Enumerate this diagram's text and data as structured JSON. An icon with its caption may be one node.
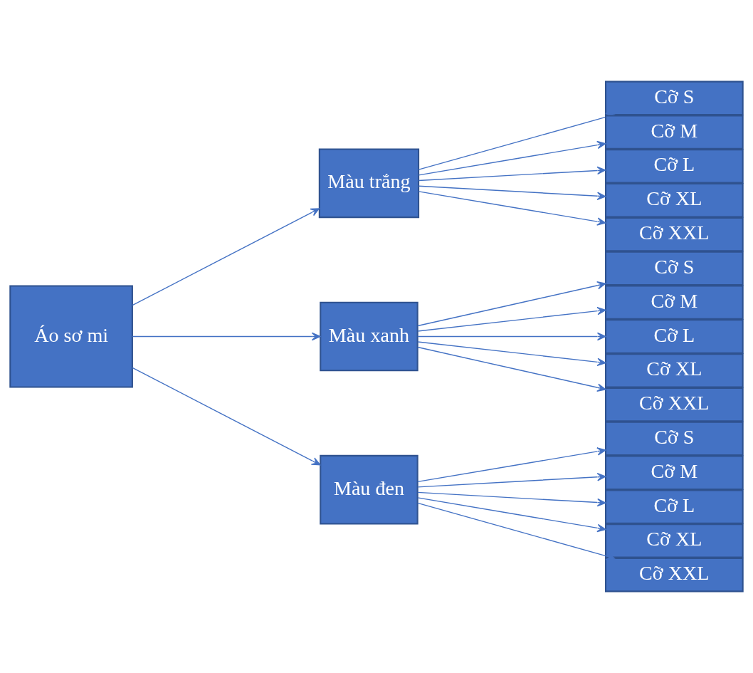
{
  "diagram": {
    "nodes": [
      {
        "text": [
          "Áo sơ mi"
        ]
      },
      {
        "text": [
          "Màu trắng"
        ]
      },
      {
        "text": [
          "Cỡ S"
        ]
      },
      {
        "text": [
          "Cỡ M"
        ]
      },
      {
        "text": [
          "Cỡ L"
        ]
      },
      {
        "text": [
          "Cỡ XL"
        ]
      },
      {
        "text": [
          "Cỡ XXL"
        ]
      },
      {
        "text": [
          "Màu xanh"
        ]
      },
      {
        "text": [
          "Cỡ S"
        ]
      },
      {
        "text": [
          "Cỡ M"
        ]
      },
      {
        "text": [
          "Cỡ L"
        ]
      },
      {
        "text": [
          "Cỡ XL"
        ]
      },
      {
        "text": [
          "Cỡ XXL"
        ]
      },
      {
        "text": [
          "Màu đen"
        ]
      },
      {
        "text": [
          "Cỡ S"
        ]
      },
      {
        "text": [
          "Cỡ M"
        ]
      },
      {
        "text": [
          "Cỡ L"
        ]
      },
      {
        "text": [
          "Cỡ XL"
        ]
      },
      {
        "text": [
          "Cỡ XXL"
        ]
      }
    ],
    "edges": [
      {
        "from": 0,
        "to": 1,
        "arrow": "to"
      },
      {
        "from": 0,
        "to": 7,
        "arrow": "to"
      },
      {
        "from": 0,
        "to": 13,
        "arrow": "to"
      },
      {
        "from": 1,
        "to": 2,
        "arrow": "to"
      },
      {
        "from": 1,
        "to": 3,
        "arrow": "to"
      },
      {
        "from": 1,
        "to": 4,
        "arrow": "to"
      },
      {
        "from": 1,
        "to": 5,
        "arrow": "to"
      },
      {
        "from": 1,
        "to": 6,
        "arrow": "to"
      },
      {
        "from": 7,
        "to": 8,
        "arrow": "to"
      },
      {
        "from": 7,
        "to": 9,
        "arrow": "to"
      },
      {
        "from": 7,
        "to": 10,
        "arrow": "to"
      },
      {
        "from": 7,
        "to": 11,
        "arrow": "to"
      },
      {
        "from": 7,
        "to": 12,
        "arrow": "to"
      },
      {
        "from": 13,
        "to": 14,
        "arrow": "to"
      },
      {
        "from": 13,
        "to": 15,
        "arrow": "to"
      },
      {
        "from": 13,
        "to": 16,
        "arrow": "to"
      },
      {
        "from": 13,
        "to": 17,
        "arrow": "to"
      },
      {
        "from": 13,
        "to": 18,
        "arrow": "to"
      }
    ]
  }
}
